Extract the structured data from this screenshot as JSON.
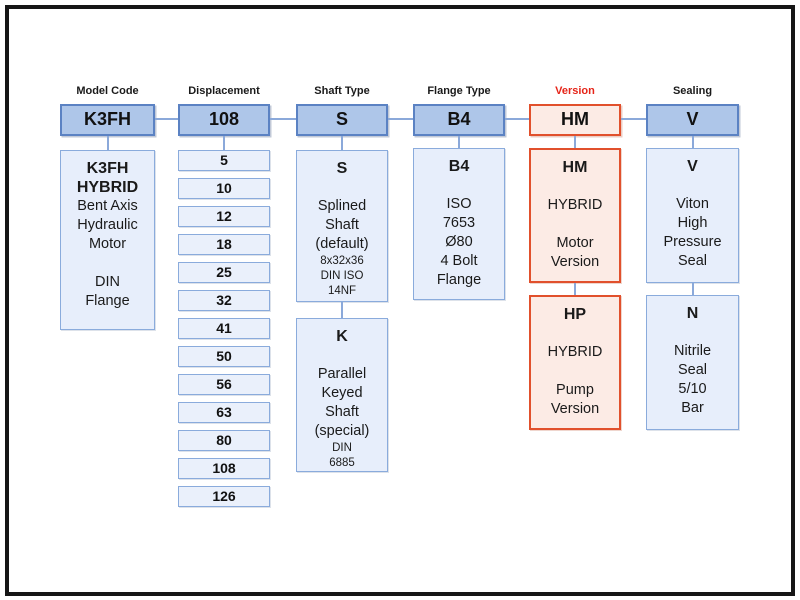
{
  "colors": {
    "blue_header_fill": "#aec6e9",
    "blue_header_border": "#5b82c3",
    "blue_body_fill": "#e7eefb",
    "blue_body_border": "#8aabdc",
    "cell_fill": "#eaf0fb",
    "red_fill": "#fcebe5",
    "red_border": "#e1502c",
    "red_label": "#e52418",
    "connector": "#8ba9da",
    "frame": "#161616"
  },
  "columns": [
    {
      "id": "model-code",
      "label": "Model Code",
      "code": "K3FH",
      "red": false,
      "boxes": [
        {
          "lines": [
            {
              "text": "K3FH",
              "style": "bold"
            },
            {
              "text": "HYBRID",
              "style": "bold"
            },
            {
              "text": "Bent Axis",
              "style": "normal"
            },
            {
              "text": "Hydraulic",
              "style": "normal"
            },
            {
              "text": "Motor",
              "style": "normal"
            },
            {
              "text": "",
              "style": "gap"
            },
            {
              "text": "DIN",
              "style": "normal"
            },
            {
              "text": "Flange",
              "style": "normal"
            }
          ]
        }
      ]
    },
    {
      "id": "displacement",
      "label": "Displacement",
      "code": "108",
      "red": false,
      "cells": [
        "5",
        "10",
        "12",
        "18",
        "25",
        "32",
        "41",
        "50",
        "56",
        "63",
        "80",
        "108",
        "126"
      ]
    },
    {
      "id": "shaft-type",
      "label": "Shaft Type",
      "code": "S",
      "red": false,
      "boxes": [
        {
          "lines": [
            {
              "text": "S",
              "style": "bold"
            },
            {
              "text": "",
              "style": "gap"
            },
            {
              "text": "Splined",
              "style": "normal"
            },
            {
              "text": "Shaft",
              "style": "normal"
            },
            {
              "text": "(default)",
              "style": "normal"
            },
            {
              "text": "8x32x36",
              "style": "small"
            },
            {
              "text": "DIN ISO",
              "style": "small"
            },
            {
              "text": "14NF",
              "style": "small"
            }
          ]
        },
        {
          "lines": [
            {
              "text": "K",
              "style": "bold"
            },
            {
              "text": "",
              "style": "gap"
            },
            {
              "text": "Parallel",
              "style": "normal"
            },
            {
              "text": "Keyed",
              "style": "normal"
            },
            {
              "text": "Shaft",
              "style": "normal"
            },
            {
              "text": "(special)",
              "style": "normal"
            },
            {
              "text": "DIN",
              "style": "small"
            },
            {
              "text": "6885",
              "style": "small"
            }
          ]
        }
      ]
    },
    {
      "id": "flange-type",
      "label": "Flange Type",
      "code": "B4",
      "red": false,
      "boxes": [
        {
          "lines": [
            {
              "text": "B4",
              "style": "bold"
            },
            {
              "text": "",
              "style": "gap"
            },
            {
              "text": "ISO",
              "style": "normal"
            },
            {
              "text": "7653",
              "style": "normal"
            },
            {
              "text": "Ø80",
              "style": "normal"
            },
            {
              "text": "4 Bolt",
              "style": "normal"
            },
            {
              "text": "Flange",
              "style": "normal"
            }
          ]
        }
      ]
    },
    {
      "id": "version",
      "label": "Version",
      "code": "HM",
      "red": true,
      "boxes": [
        {
          "lines": [
            {
              "text": "HM",
              "style": "bold"
            },
            {
              "text": "",
              "style": "gap"
            },
            {
              "text": "HYBRID",
              "style": "normal"
            },
            {
              "text": "",
              "style": "gap"
            },
            {
              "text": "Motor",
              "style": "normal"
            },
            {
              "text": "Version",
              "style": "normal"
            }
          ]
        },
        {
          "lines": [
            {
              "text": "HP",
              "style": "bold"
            },
            {
              "text": "",
              "style": "gap"
            },
            {
              "text": "HYBRID",
              "style": "normal"
            },
            {
              "text": "",
              "style": "gap"
            },
            {
              "text": "Pump",
              "style": "normal"
            },
            {
              "text": "Version",
              "style": "normal"
            }
          ]
        }
      ]
    },
    {
      "id": "sealing",
      "label": "Sealing",
      "code": "V",
      "red": false,
      "boxes": [
        {
          "lines": [
            {
              "text": "V",
              "style": "bold"
            },
            {
              "text": "",
              "style": "gap"
            },
            {
              "text": "Viton",
              "style": "normal"
            },
            {
              "text": "High",
              "style": "normal"
            },
            {
              "text": "Pressure",
              "style": "normal"
            },
            {
              "text": "Seal",
              "style": "normal"
            }
          ]
        },
        {
          "lines": [
            {
              "text": "N",
              "style": "bold"
            },
            {
              "text": "",
              "style": "gap"
            },
            {
              "text": "Nitrile",
              "style": "normal"
            },
            {
              "text": "Seal",
              "style": "normal"
            },
            {
              "text": "5/10",
              "style": "normal"
            },
            {
              "text": "Bar",
              "style": "normal"
            }
          ]
        }
      ]
    }
  ]
}
